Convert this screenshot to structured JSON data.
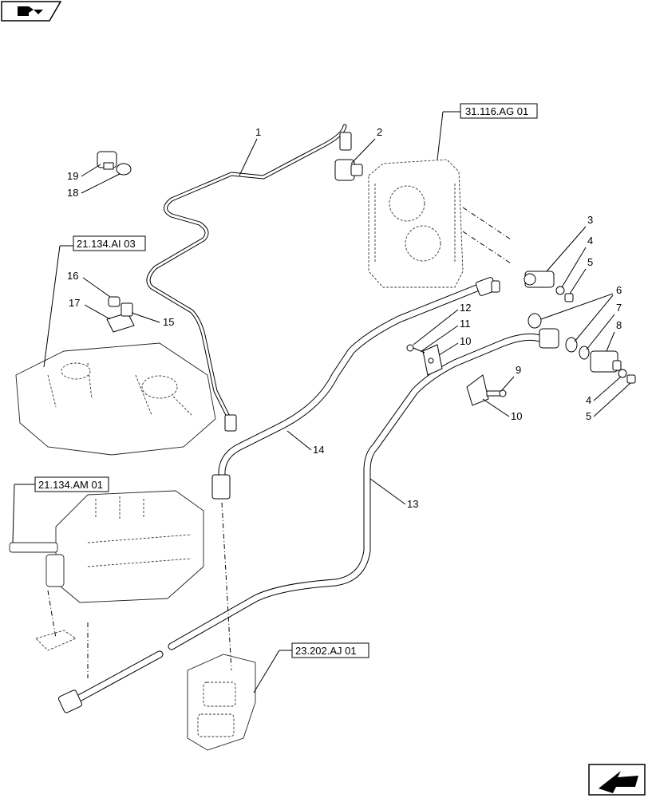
{
  "references": {
    "valve_block_top": "21.134.AI 03",
    "transmission_housing": "31.116.AG 01",
    "control_valve": "21.134.AM 01",
    "lower_valve": "23.202.AJ 01"
  },
  "callouts": {
    "c1": "1",
    "c2": "2",
    "c3": "3",
    "c4a": "4",
    "c5a": "5",
    "c6": "6",
    "c7": "7",
    "c8": "8",
    "c4b": "4",
    "c5b": "5",
    "c9": "9",
    "c10a": "10",
    "c10b": "10",
    "c11": "11",
    "c12": "12",
    "c13": "13",
    "c14": "14",
    "c15": "15",
    "c16": "16",
    "c17": "17",
    "c18": "18",
    "c19": "19"
  },
  "icons": {
    "top_left": "book-navigation-icon",
    "bottom_right": "next-page-arrow-icon"
  }
}
